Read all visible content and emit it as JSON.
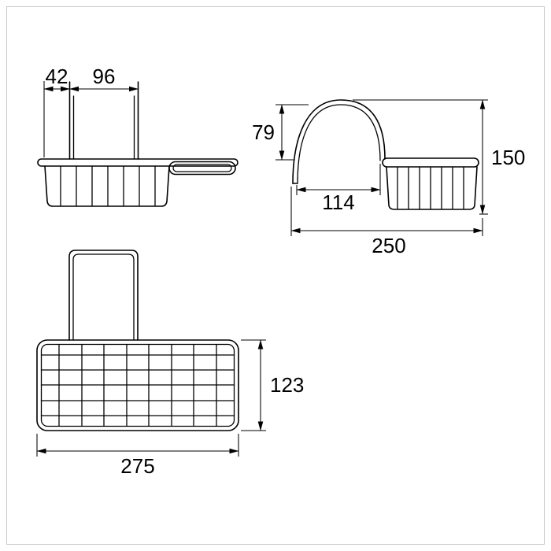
{
  "drawing": {
    "type": "technical-drawing",
    "subject": "over-door rack with hook, tray and wire baskets (3 orthographic views)",
    "views": {
      "front": {
        "name": "front-view",
        "dims": {
          "hook_offset": "42",
          "hook_width": "96"
        }
      },
      "side": {
        "name": "side-view",
        "dims": {
          "hook_drop": "79",
          "hook_opening": "114",
          "overall_height": "150",
          "overall_depth": "250"
        }
      },
      "plan": {
        "name": "plan-view",
        "dims": {
          "basket_depth": "123",
          "basket_width": "275"
        }
      }
    },
    "colors": {
      "line": "#000000",
      "frame": "#c9c9c9",
      "background": "#ffffff"
    }
  }
}
